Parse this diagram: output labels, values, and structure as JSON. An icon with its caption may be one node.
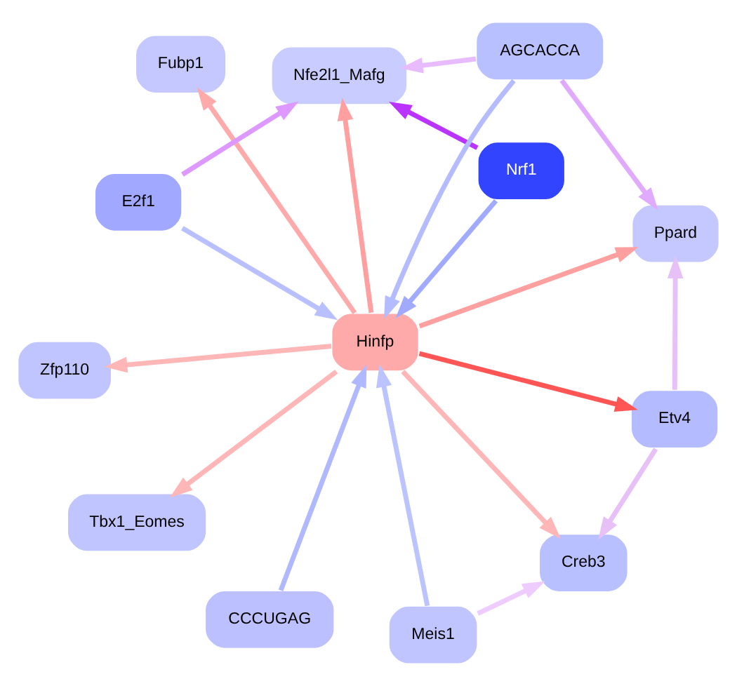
{
  "diagram": {
    "nodes": [
      {
        "text": [
          "Zfp110"
        ]
      },
      {
        "text": [
          "Creb3"
        ]
      },
      {
        "text": [
          "Tbx1_Eomes"
        ]
      },
      {
        "text": [
          "Etv4"
        ]
      },
      {
        "text": [
          "Fubp1"
        ]
      },
      {
        "text": [
          "Nfe2l1_Mafg"
        ]
      },
      {
        "text": [
          "Hinfp"
        ]
      },
      {
        "text": [
          "Ppard"
        ]
      },
      {
        "text": [
          "Meis1"
        ]
      },
      {
        "text": [
          "Nrf1"
        ]
      },
      {
        "text": [
          "CCCUGAG"
        ]
      },
      {
        "text": [
          "E2f1"
        ]
      },
      {
        "text": [
          "AGCACCA"
        ]
      }
    ],
    "edges": [
      {
        "from": 6,
        "to": 0,
        "arrow": "to",
        "color": "#ffb6b6"
      },
      {
        "from": 6,
        "to": 1,
        "arrow": "to",
        "color": "#ffb6b6"
      },
      {
        "from": 6,
        "to": 2,
        "arrow": "to",
        "color": "#ffb6b6"
      },
      {
        "from": 6,
        "to": 3,
        "arrow": "to",
        "color": "#ff5555"
      },
      {
        "from": 6,
        "to": 4,
        "arrow": "to",
        "color": "#ffaaaa"
      },
      {
        "from": 6,
        "to": 5,
        "arrow": "to",
        "color": "#ff9f9f"
      },
      {
        "from": 6,
        "to": 7,
        "arrow": "to",
        "color": "#ffa0a0"
      },
      {
        "from": 3,
        "to": 1,
        "arrow": "to",
        "color": "#e8c0f8"
      },
      {
        "from": 3,
        "to": 7,
        "arrow": "to",
        "color": "#e8c0f8"
      },
      {
        "from": 8,
        "to": 1,
        "arrow": "to",
        "color": "#eeccff"
      },
      {
        "from": 8,
        "to": 6,
        "arrow": "to",
        "color": "#bbc4ff"
      },
      {
        "from": 9,
        "to": 6,
        "arrow": "to",
        "color": "#a0aaff"
      },
      {
        "from": 9,
        "to": 5,
        "arrow": "to",
        "color": "#bb33ff"
      },
      {
        "from": 10,
        "to": 6,
        "arrow": "to",
        "color": "#b0b8ff"
      },
      {
        "from": 11,
        "to": 6,
        "arrow": "to",
        "color": "#b8c0ff"
      },
      {
        "from": 11,
        "to": 5,
        "arrow": "to",
        "color": "#dd99ff"
      },
      {
        "from": 12,
        "to": 6,
        "arrow": "to",
        "color": "#b4bcff"
      },
      {
        "from": 12,
        "to": 7,
        "arrow": "to",
        "color": "#e0aaff"
      },
      {
        "from": 12,
        "to": 5,
        "arrow": "to",
        "color": "#e8bbff"
      }
    ]
  }
}
